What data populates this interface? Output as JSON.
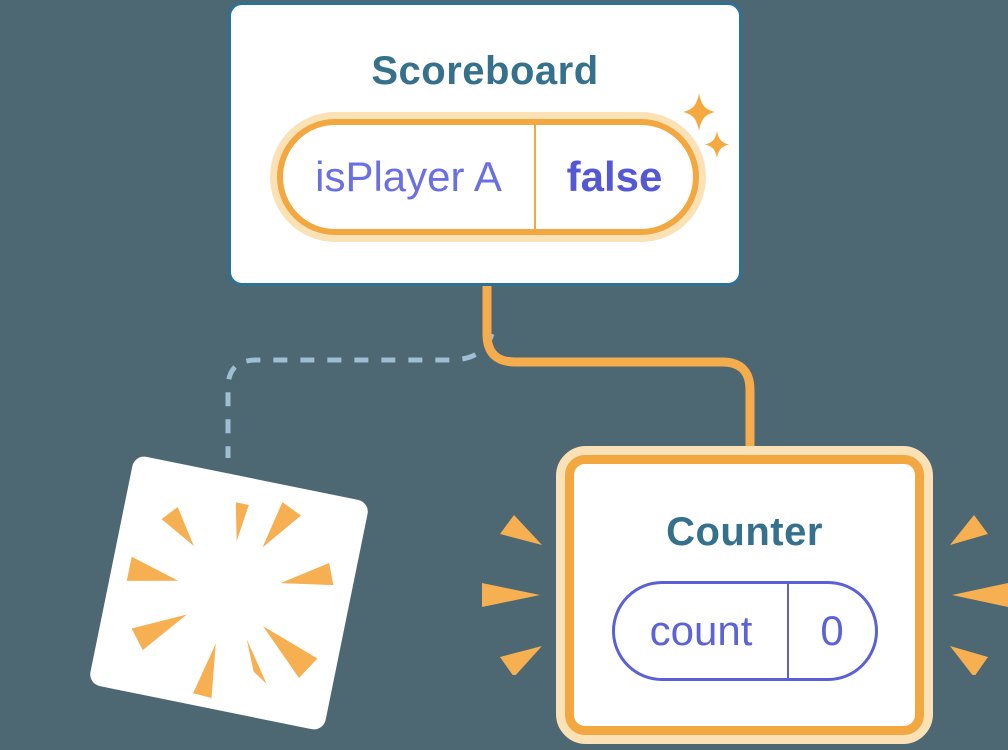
{
  "colors": {
    "background": "#4D6872",
    "card_border_blue": "#2D7194",
    "title_blue": "#35708C",
    "orange": "#F3A741",
    "orange_pale": "#FBE2B6",
    "connector_orange": "#F5AC4C",
    "dash_blue": "#9FBDD3",
    "purple": "#5B60D6",
    "burst_orange": "#F6B052"
  },
  "scoreboard": {
    "title": "Scoreboard",
    "state_name": "isPlayer A",
    "state_value": "false"
  },
  "counter": {
    "title": "Counter",
    "state_name": "count",
    "state_value": "0"
  },
  "icons": {
    "sparkles": "sparkles-icon",
    "poof": "poof-burst-icon",
    "emphasis_left": "emphasis-burst-left-icon",
    "emphasis_right": "emphasis-burst-right-icon"
  }
}
